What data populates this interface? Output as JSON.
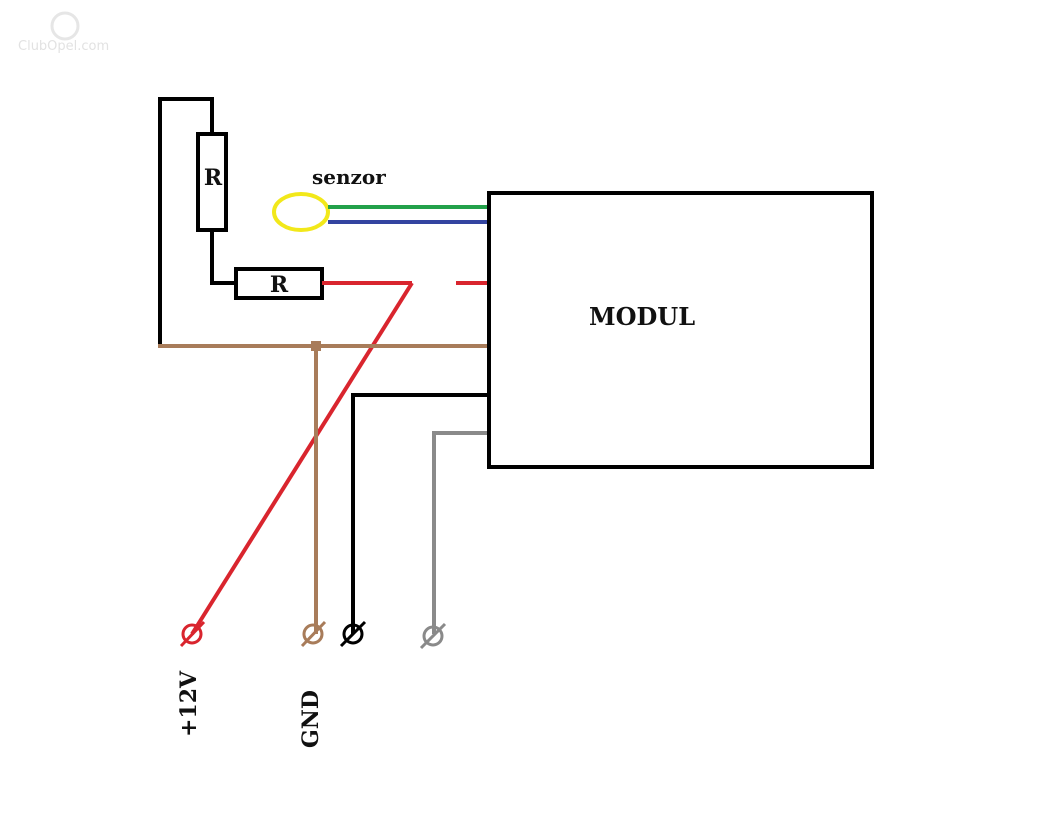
{
  "watermark": {
    "text": "ClubOpel.com"
  },
  "resistors": {
    "top_label": "R",
    "bottom_label": "R"
  },
  "sensor": {
    "label": "senzor"
  },
  "module": {
    "label": "MODUL"
  },
  "terminals": {
    "plus_label": "+12V",
    "gnd_label": "GND"
  },
  "colors": {
    "black": "#000000",
    "red": "#d9252e",
    "brown": "#a87c5a",
    "green": "#22a14a",
    "blue": "#3344a0",
    "gray": "#8a8a8a",
    "yellow": "#f2e81a"
  }
}
